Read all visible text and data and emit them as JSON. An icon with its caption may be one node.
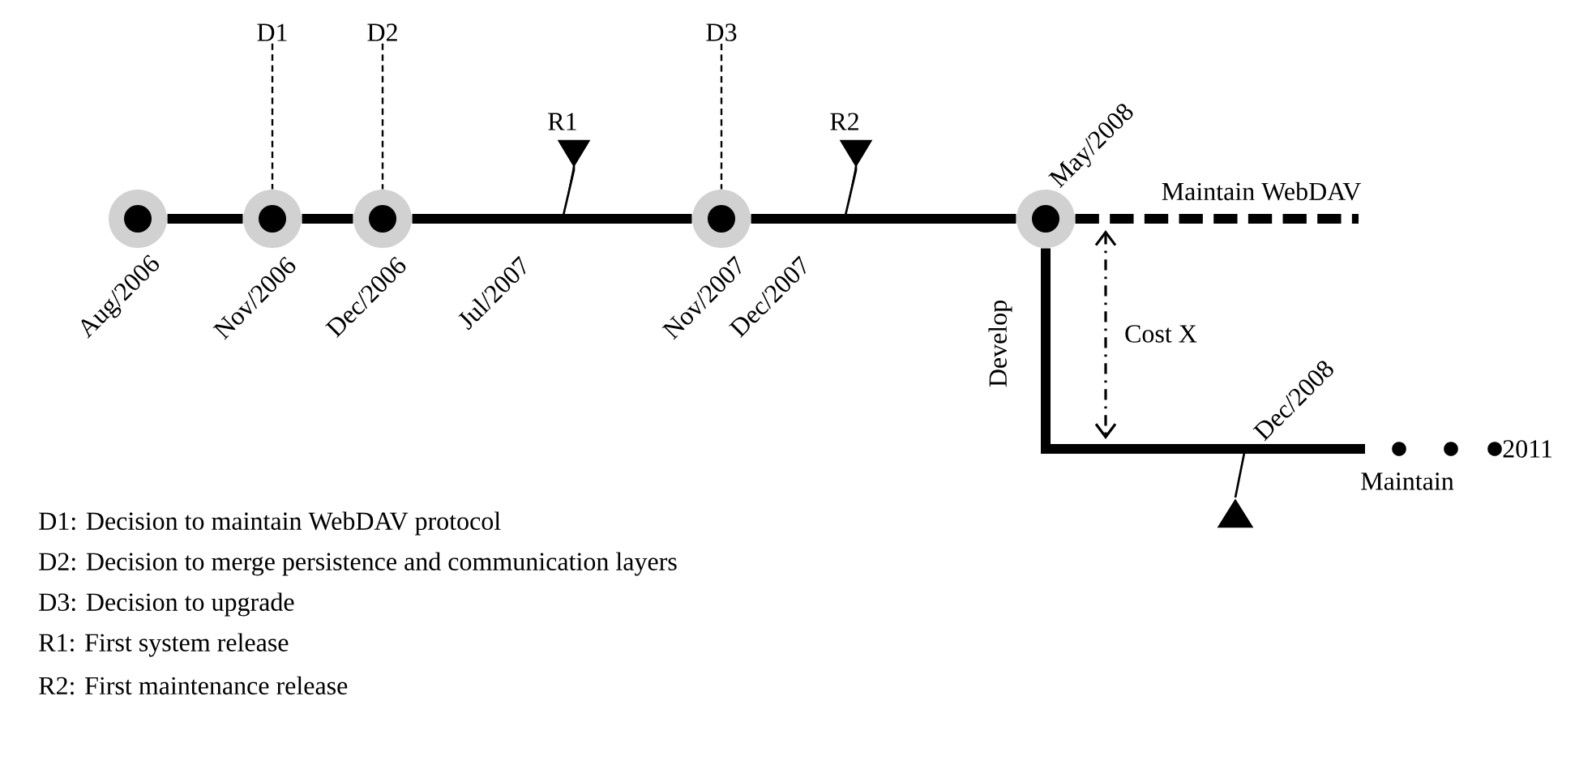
{
  "diagram": {
    "nodes": [
      {
        "text": [],
        "shape": "circle",
        "beside": [
          "Aug/2006"
        ]
      },
      {
        "text": [],
        "shape": "circle",
        "beside": [
          "Nov/2006"
        ]
      },
      {
        "text": [],
        "shape": "circle",
        "beside": [
          "Dec/2006"
        ]
      },
      {
        "text": [],
        "shape": "circle",
        "beside": [
          "Nov/2007"
        ]
      },
      {
        "text": [],
        "shape": "circle",
        "beside": [
          "May/2008"
        ]
      },
      {
        "text": [
          "D1"
        ]
      },
      {
        "text": [
          "D2"
        ]
      },
      {
        "text": [
          "D3"
        ]
      }
    ],
    "edges": [
      {
        "from": 0,
        "to": 1,
        "arrow": "none"
      },
      {
        "from": 1,
        "to": 2,
        "arrow": "none"
      },
      {
        "from": 2,
        "to": 3,
        "arrow": "none"
      },
      {
        "from": 3,
        "to": 4,
        "arrow": "none"
      },
      {
        "from": 5,
        "to": 1,
        "arrow": "none",
        "style": "dashed"
      },
      {
        "from": 6,
        "to": 2,
        "arrow": "none",
        "style": "dashed"
      },
      {
        "from": 7,
        "to": 3,
        "arrow": "none",
        "style": "dashed"
      },
      {
        "from": 4,
        "to": null,
        "arrow": "none",
        "style": "dashed",
        "label": "Maintain WebDAV"
      },
      {
        "from": 4,
        "to": null,
        "arrow": "none",
        "label": "Develop"
      }
    ],
    "labels": [
      "R1",
      "R2",
      "Jul/2007",
      "Dec/2007",
      "Cost X",
      "Dec/2008",
      "2011",
      "Maintain",
      "D1: Decision to maintain WebDAV protocol",
      "D2: Decision to merge persistence and communication layers",
      "D3: Decision to upgrade",
      "R1: First system release",
      "R2: First maintenance release"
    ]
  }
}
